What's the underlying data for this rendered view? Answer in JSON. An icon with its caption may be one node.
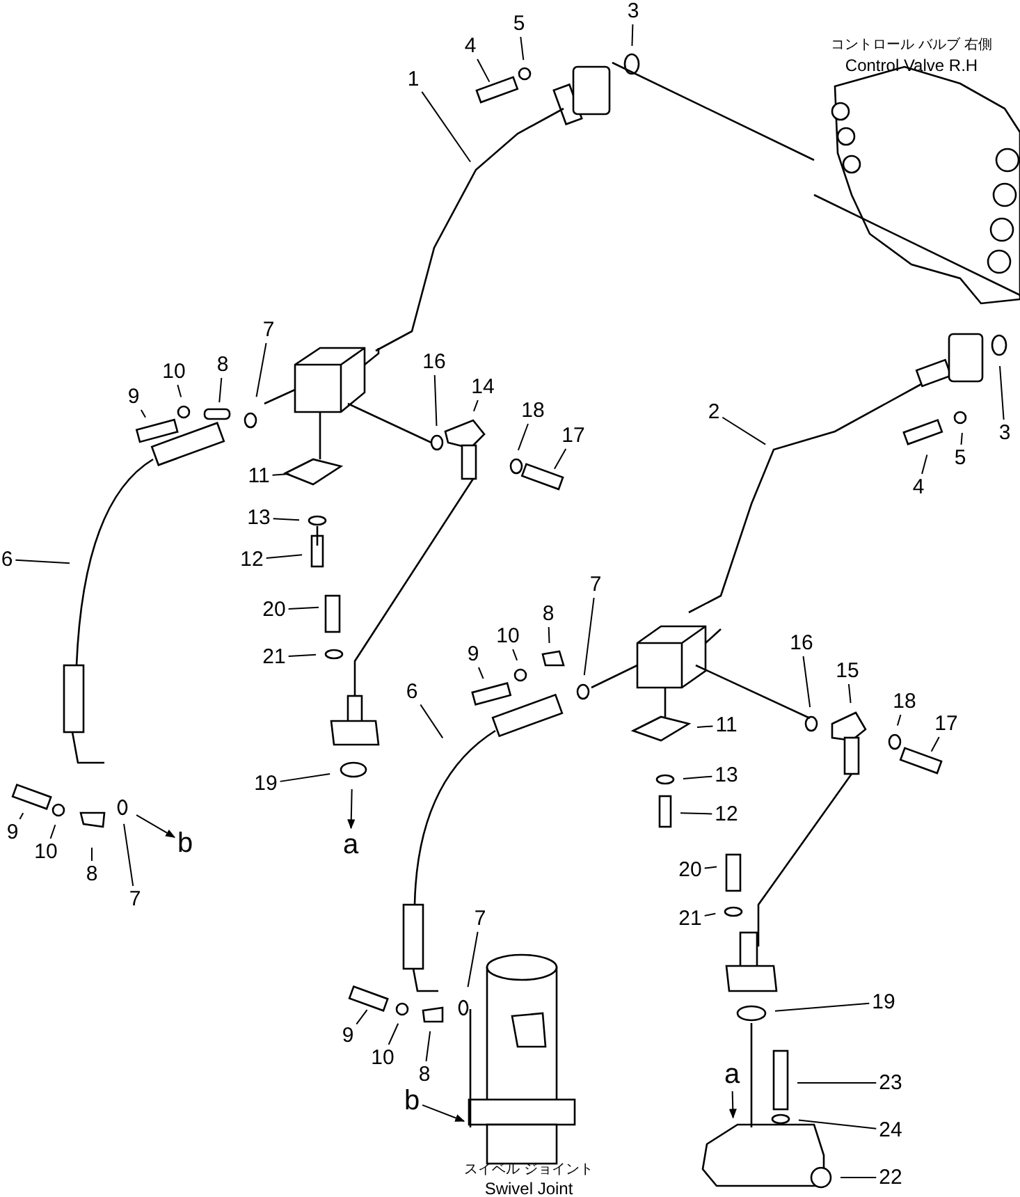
{
  "diagram": {
    "nodes": [
      {
        "text": [
          "1"
        ]
      },
      {
        "text": [
          "4"
        ]
      },
      {
        "text": [
          "5"
        ]
      },
      {
        "text": [
          "3"
        ]
      },
      {
        "text": [
          "3"
        ]
      },
      {
        "text": [
          "2"
        ]
      },
      {
        "text": [
          "4"
        ]
      },
      {
        "text": [
          "5"
        ]
      },
      {
        "text": [
          "7"
        ]
      },
      {
        "text": [
          "8"
        ]
      },
      {
        "text": [
          "10"
        ]
      },
      {
        "text": [
          "9"
        ]
      },
      {
        "text": [
          "16"
        ]
      },
      {
        "text": [
          "14"
        ]
      },
      {
        "text": [
          "18"
        ]
      },
      {
        "text": [
          "17"
        ]
      },
      {
        "text": [
          "11"
        ]
      },
      {
        "text": [
          "13"
        ]
      },
      {
        "text": [
          "12"
        ]
      },
      {
        "text": [
          "20"
        ]
      },
      {
        "text": [
          "21"
        ]
      },
      {
        "text": [
          "6"
        ]
      },
      {
        "text": [
          "7"
        ]
      },
      {
        "text": [
          "8"
        ]
      },
      {
        "text": [
          "10"
        ]
      },
      {
        "text": [
          "9"
        ]
      },
      {
        "text": [
          "6"
        ]
      },
      {
        "text": [
          "11"
        ]
      },
      {
        "text": [
          "13"
        ]
      },
      {
        "text": [
          "12"
        ]
      },
      {
        "text": [
          "16"
        ]
      },
      {
        "text": [
          "15"
        ]
      },
      {
        "text": [
          "18"
        ]
      },
      {
        "text": [
          "17"
        ]
      },
      {
        "text": [
          "20"
        ]
      },
      {
        "text": [
          "21"
        ]
      },
      {
        "text": [
          "19"
        ]
      },
      {
        "text": [
          "a"
        ]
      },
      {
        "text": [
          "9"
        ]
      },
      {
        "text": [
          "10"
        ]
      },
      {
        "text": [
          "8"
        ]
      },
      {
        "text": [
          "7"
        ]
      },
      {
        "text": [
          "b"
        ]
      },
      {
        "text": [
          "7"
        ]
      },
      {
        "text": [
          "9"
        ]
      },
      {
        "text": [
          "10"
        ]
      },
      {
        "text": [
          "8"
        ]
      },
      {
        "text": [
          "b"
        ]
      },
      {
        "text": [
          "19"
        ]
      },
      {
        "text": [
          "a"
        ]
      },
      {
        "text": [
          "23"
        ]
      },
      {
        "text": [
          "24"
        ]
      },
      {
        "text": [
          "22"
        ]
      }
    ],
    "edges": [
      {
        "from": 0,
        "to": null,
        "arrow": "none"
      },
      {
        "from": 1,
        "to": null,
        "arrow": "none"
      },
      {
        "from": 2,
        "to": null,
        "arrow": "none"
      },
      {
        "from": 3,
        "to": null,
        "arrow": "none"
      },
      {
        "from": 4,
        "to": null,
        "arrow": "none"
      },
      {
        "from": 5,
        "to": null,
        "arrow": "none"
      },
      {
        "from": 6,
        "to": null,
        "arrow": "none"
      },
      {
        "from": 7,
        "to": null,
        "arrow": "none"
      },
      {
        "from": 8,
        "to": null,
        "arrow": "none"
      },
      {
        "from": 9,
        "to": null,
        "arrow": "none"
      },
      {
        "from": 10,
        "to": null,
        "arrow": "none"
      },
      {
        "from": 11,
        "to": null,
        "arrow": "none"
      },
      {
        "from": 12,
        "to": null,
        "arrow": "none"
      },
      {
        "from": 13,
        "to": null,
        "arrow": "none"
      },
      {
        "from": 14,
        "to": null,
        "arrow": "none"
      },
      {
        "from": 15,
        "to": null,
        "arrow": "none"
      },
      {
        "from": 16,
        "to": null,
        "arrow": "none"
      },
      {
        "from": 17,
        "to": null,
        "arrow": "none"
      },
      {
        "from": 18,
        "to": null,
        "arrow": "none"
      },
      {
        "from": 19,
        "to": null,
        "arrow": "none"
      },
      {
        "from": 20,
        "to": null,
        "arrow": "none"
      },
      {
        "from": 21,
        "to": null,
        "arrow": "none"
      },
      {
        "from": 22,
        "to": null,
        "arrow": "none"
      },
      {
        "from": 23,
        "to": null,
        "arrow": "none"
      },
      {
        "from": 24,
        "to": null,
        "arrow": "none"
      },
      {
        "from": 25,
        "to": null,
        "arrow": "none"
      },
      {
        "from": 26,
        "to": null,
        "arrow": "none"
      },
      {
        "from": 27,
        "to": null,
        "arrow": "none"
      },
      {
        "from": 28,
        "to": null,
        "arrow": "none"
      },
      {
        "from": 29,
        "to": null,
        "arrow": "none"
      },
      {
        "from": 30,
        "to": null,
        "arrow": "none"
      },
      {
        "from": 31,
        "to": null,
        "arrow": "none"
      },
      {
        "from": 32,
        "to": null,
        "arrow": "none"
      },
      {
        "from": 33,
        "to": null,
        "arrow": "none"
      },
      {
        "from": 34,
        "to": null,
        "arrow": "none"
      },
      {
        "from": 35,
        "to": null,
        "arrow": "none"
      },
      {
        "from": 36,
        "to": null,
        "arrow": "none"
      },
      {
        "from": null,
        "to": 37,
        "arrow": "to"
      },
      {
        "from": 38,
        "to": null,
        "arrow": "none"
      },
      {
        "from": 39,
        "to": null,
        "arrow": "none"
      },
      {
        "from": 40,
        "to": null,
        "arrow": "none"
      },
      {
        "from": 41,
        "to": null,
        "arrow": "none"
      },
      {
        "from": null,
        "to": 42,
        "arrow": "to"
      },
      {
        "from": 43,
        "to": null,
        "arrow": "none"
      },
      {
        "from": 44,
        "to": null,
        "arrow": "none"
      },
      {
        "from": 45,
        "to": null,
        "arrow": "none"
      },
      {
        "from": 46,
        "to": null,
        "arrow": "none"
      },
      {
        "from": 47,
        "to": null,
        "arrow": "to"
      },
      {
        "from": 48,
        "to": null,
        "arrow": "none"
      },
      {
        "from": 49,
        "to": null,
        "arrow": "to"
      },
      {
        "from": 50,
        "to": null,
        "arrow": "none"
      },
      {
        "from": 51,
        "to": null,
        "arrow": "none"
      },
      {
        "from": 52,
        "to": null,
        "arrow": "none"
      }
    ],
    "labels": [
      "コントロール バルブ 右側",
      "Control Valve R.H",
      "スイベル ジョイント",
      "Swivel Joint"
    ]
  }
}
